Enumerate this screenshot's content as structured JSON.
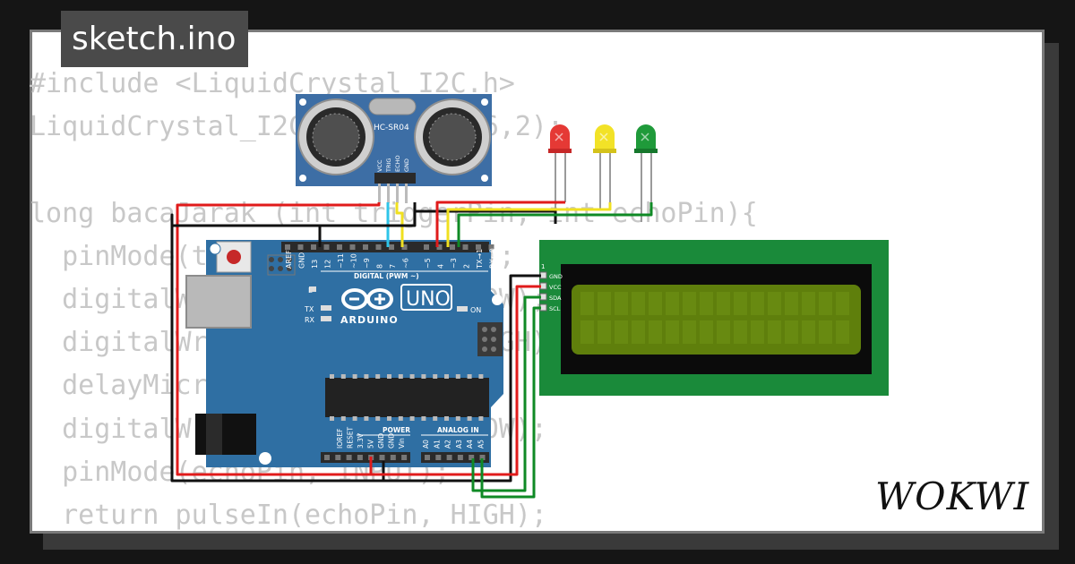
{
  "project": {
    "title": "sketch.ino"
  },
  "code": {
    "lines": [
      "#include <LiquidCrystal_I2C.h>",
      "LiquidCrystal_I2C lcd(0x27,16,2);",
      "",
      "long bacaJarak (int triggerPin, int echoPin){",
      "  pinMode(triggerPin, OUTPUT);",
      "  digitalWrite(triggerPin, LOW);",
      "  digitalWrite(triggerPin, HIGH);",
      "  delayMicroseconds(10);",
      "  digitalWrite(triggerPin, LOW);",
      "  pinMode(echoPin, INPUT);",
      "  return pulseIn(echoPin, HIGH);"
    ]
  },
  "sensor": {
    "label": "HC-SR04",
    "pins": [
      "VCC",
      "TRIG",
      "ECHO",
      "GND"
    ]
  },
  "arduino": {
    "brand": "ARDUINO",
    "model": "UNO",
    "digital_label": "DIGITAL (PWM ~)",
    "top_pins": [
      "AREF",
      "GND",
      "13",
      "12",
      "~11",
      "~10",
      "~9",
      "8",
      "7",
      "~6",
      "~5",
      "4",
      "~3",
      "2",
      "TX→1",
      "RX←0"
    ],
    "power_label": "POWER",
    "power_pins": [
      "IOREF",
      "RESET",
      "3.3V",
      "5V",
      "GND",
      "GND",
      "Vin"
    ],
    "analog_label": "ANALOG IN",
    "analog_pins": [
      "A0",
      "A1",
      "A2",
      "A3",
      "A4",
      "A5"
    ],
    "led_labels": [
      "L",
      "TX",
      "RX",
      "ON"
    ]
  },
  "lcd": {
    "pin_count_label": "1",
    "pins": [
      "GND",
      "VCC",
      "SDA",
      "SCL"
    ]
  },
  "leds": [
    {
      "color": "red",
      "hex": "#e53935"
    },
    {
      "color": "yellow",
      "hex": "#f2e227"
    },
    {
      "color": "green",
      "hex": "#1f9a3a"
    }
  ],
  "logo": {
    "text": "WOKWI"
  },
  "colors": {
    "board": "#2f6fa3",
    "sensor": "#3d6ea5",
    "lcd_pcb": "#1a8a3a",
    "lcd_glass": "#5f7f0c"
  }
}
